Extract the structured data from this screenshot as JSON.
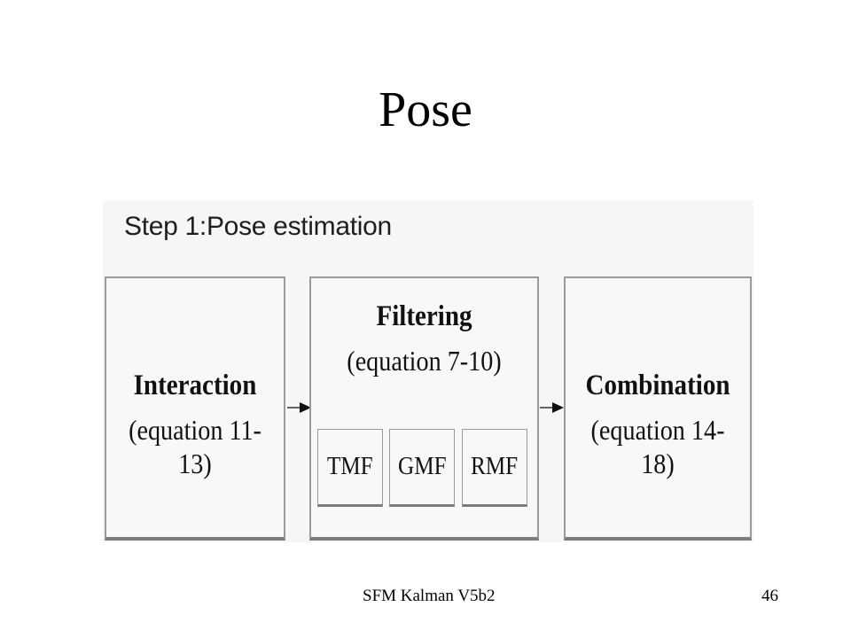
{
  "slide": {
    "title": "Pose",
    "footer": "SFM Kalman V5b2",
    "page_number": "46"
  },
  "diagram": {
    "step_title": "Step 1:Pose estimation",
    "boxes": [
      {
        "name": "Interaction",
        "equation": "(equation 11-13)"
      },
      {
        "name": "Filtering",
        "equation": "(equation 7-10)",
        "sub_boxes": [
          "TMF",
          "GMF",
          "RMF"
        ]
      },
      {
        "name": "Combination",
        "equation": "(equation 14-18)"
      }
    ],
    "arrow_icon": "arrow-right-icon"
  }
}
